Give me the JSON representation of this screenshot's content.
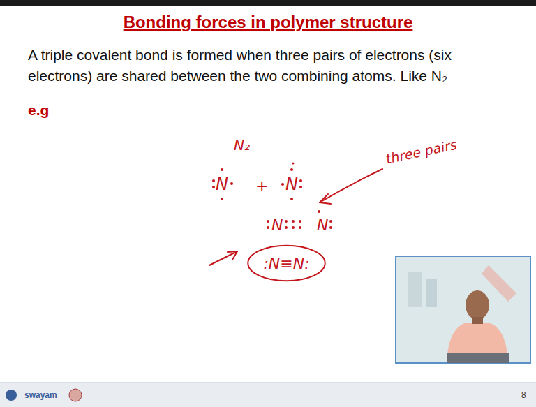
{
  "diagram": {
    "title": "Bonding forces in polymer structure",
    "nodes": [
      {
        "text": [
          ":N≡N:"
        ]
      }
    ],
    "labels": [
      "A triple covalent bond is formed when three pairs of electrons (six electrons) are shared between the two combining atoms. Like N₂",
      "e.g",
      "N₂",
      "N",
      "+",
      "N",
      "three pairs",
      "N",
      "N",
      "8",
      "swayam"
    ]
  }
}
